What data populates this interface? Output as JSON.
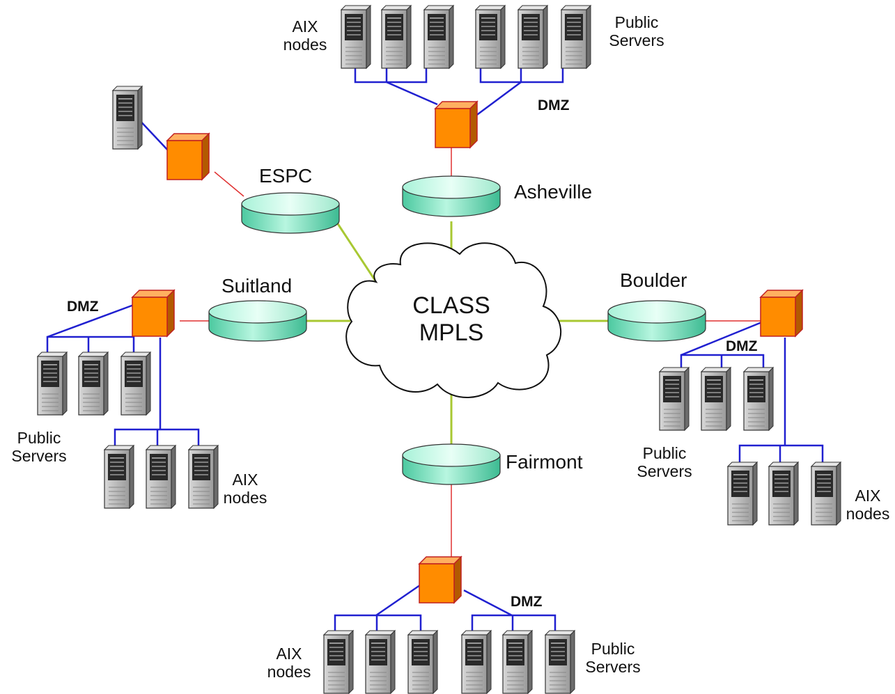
{
  "cloud": {
    "line1": "CLASS",
    "line2": "MPLS"
  },
  "sites": {
    "espc": "ESPC",
    "asheville": "Asheville",
    "suitland": "Suitland",
    "boulder": "Boulder",
    "fairmont": "Fairmont"
  },
  "labels": {
    "dmz": "DMZ",
    "aix_line1": "AIX",
    "aix_line2": "nodes",
    "public_line1": "Public",
    "public_line2": "Servers"
  },
  "colors": {
    "mpls_link": "#a8c832",
    "firewall_link": "#e03030",
    "lan_link": "#2020d0",
    "router_fill": "#7fe3c4",
    "firewall_fill": "#ff8c00"
  }
}
